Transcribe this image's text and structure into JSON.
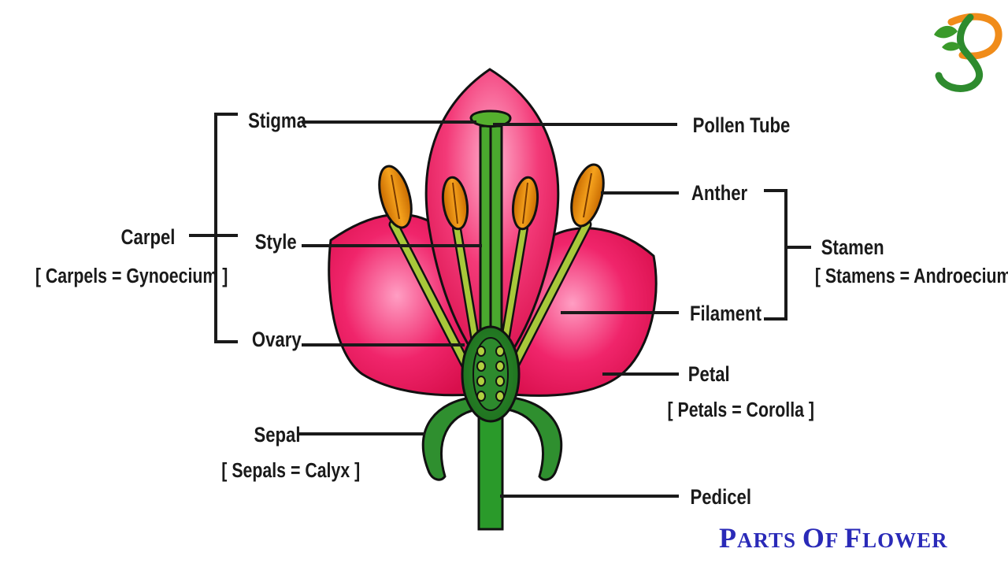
{
  "title": {
    "first": "P",
    "rest1": "ARTS ",
    "second": "O",
    "rest2": "F ",
    "third": "F",
    "rest3": "LOWER"
  },
  "logo": {
    "letter": "S"
  },
  "labels": {
    "stigma": "Stigma",
    "style": "Style",
    "ovary": "Ovary",
    "carpel": "Carpel",
    "carpel_note": "[ Carpels = Gynoecium ]",
    "pollen_tube": "Pollen Tube",
    "anther": "Anther",
    "filament": "Filament",
    "stamen": "Stamen",
    "stamen_note": "[ Stamens = Androecium ]",
    "petal": "Petal",
    "petal_note": "[ Petals = Corolla ]",
    "sepal": "Sepal",
    "sepal_note": "[ Sepals = Calyx ]",
    "pedicel": "Pedicel"
  },
  "colors": {
    "petal": "#e8145a",
    "petal_light": "#ff9bbf",
    "green_dark": "#1e7d1e",
    "green_mid": "#3a9a2a",
    "filament": "#a8c83a",
    "anther": "#e08a10",
    "anther_dark": "#b06000",
    "title": "#2a2ab8"
  }
}
